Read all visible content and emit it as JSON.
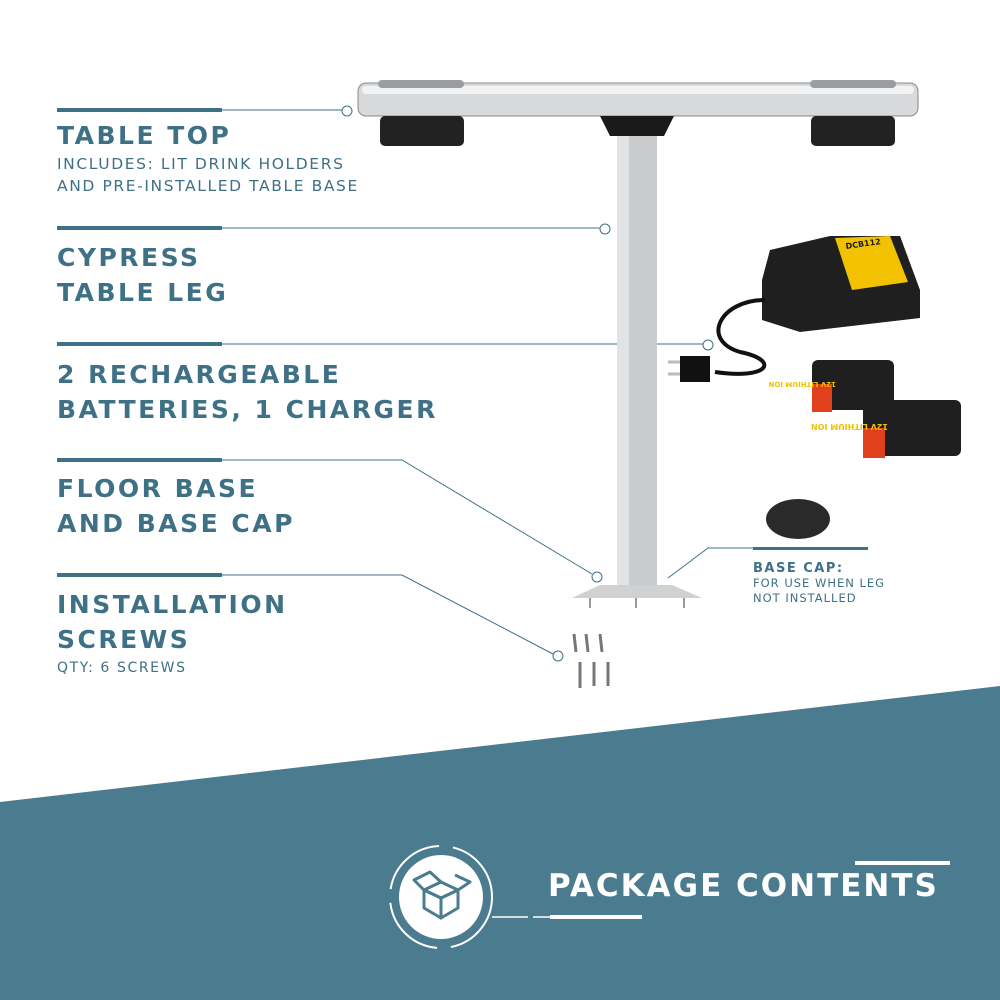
{
  "items": [
    {
      "title_lines": [
        "TABLE TOP"
      ],
      "subtitle_lines": [
        "INCLUDES: LIT DRINK HOLDERS",
        "AND PRE-INSTALLED TABLE BASE"
      ]
    },
    {
      "title_lines": [
        "CYPRESS",
        "TABLE LEG"
      ]
    },
    {
      "title_lines": [
        "2 RECHARGEABLE",
        "BATTERIES, 1 CHARGER"
      ]
    },
    {
      "title_lines": [
        "FLOOR BASE",
        "AND BASE CAP"
      ]
    },
    {
      "title_lines": [
        "INSTALLATION",
        "SCREWS"
      ],
      "subtitle_lines": [
        "QTY: 6 SCREWS"
      ]
    }
  ],
  "base_cap_note": {
    "title": "BASE CAP:",
    "lines": [
      "FOR USE WHEN LEG",
      "NOT INSTALLED"
    ]
  },
  "banner": {
    "title": "PACKAGE CONTENTS",
    "icon": "open-box-icon"
  },
  "product_lettering": {
    "charger": "DCB112",
    "battery": "12V LITHIUM ION"
  },
  "colors": {
    "accent": "#3e7086",
    "banner": "#4a7b8e"
  }
}
